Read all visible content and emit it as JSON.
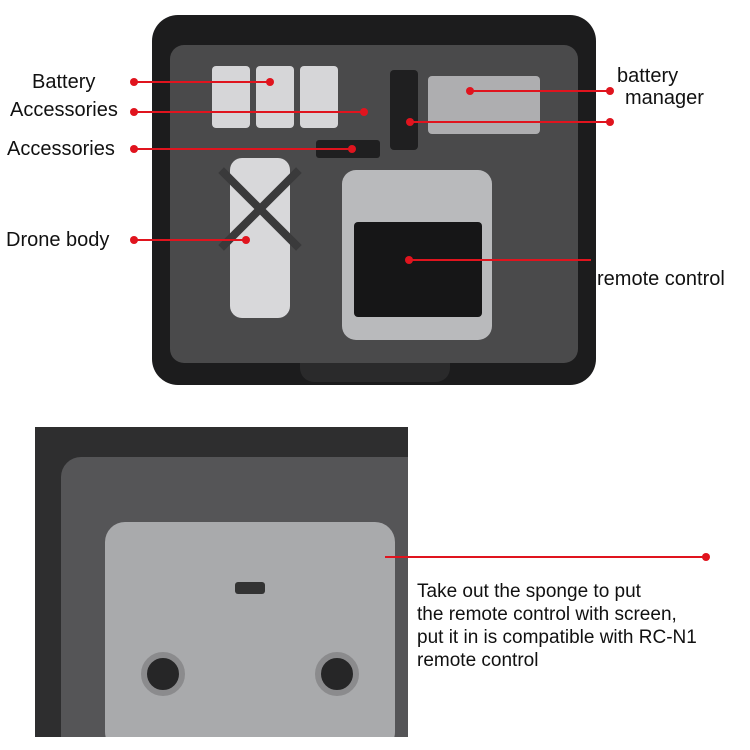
{
  "labels": {
    "battery": "Battery",
    "accessories_1": "Accessories",
    "accessories_2": "Accessories",
    "drone_body": "Drone body",
    "battery_manager_line1": "battery",
    "battery_manager_line2": "manager",
    "remote_control": "remote control"
  },
  "note": {
    "line1": "Take out the sponge to put",
    "line2": "the remote control with screen,",
    "line3": "put it in is compatible with RC-N1",
    "line4": "remote control"
  },
  "colors": {
    "accent": "#e0141e",
    "case": "#1c1c1d",
    "foam": "#4a4a4b"
  }
}
